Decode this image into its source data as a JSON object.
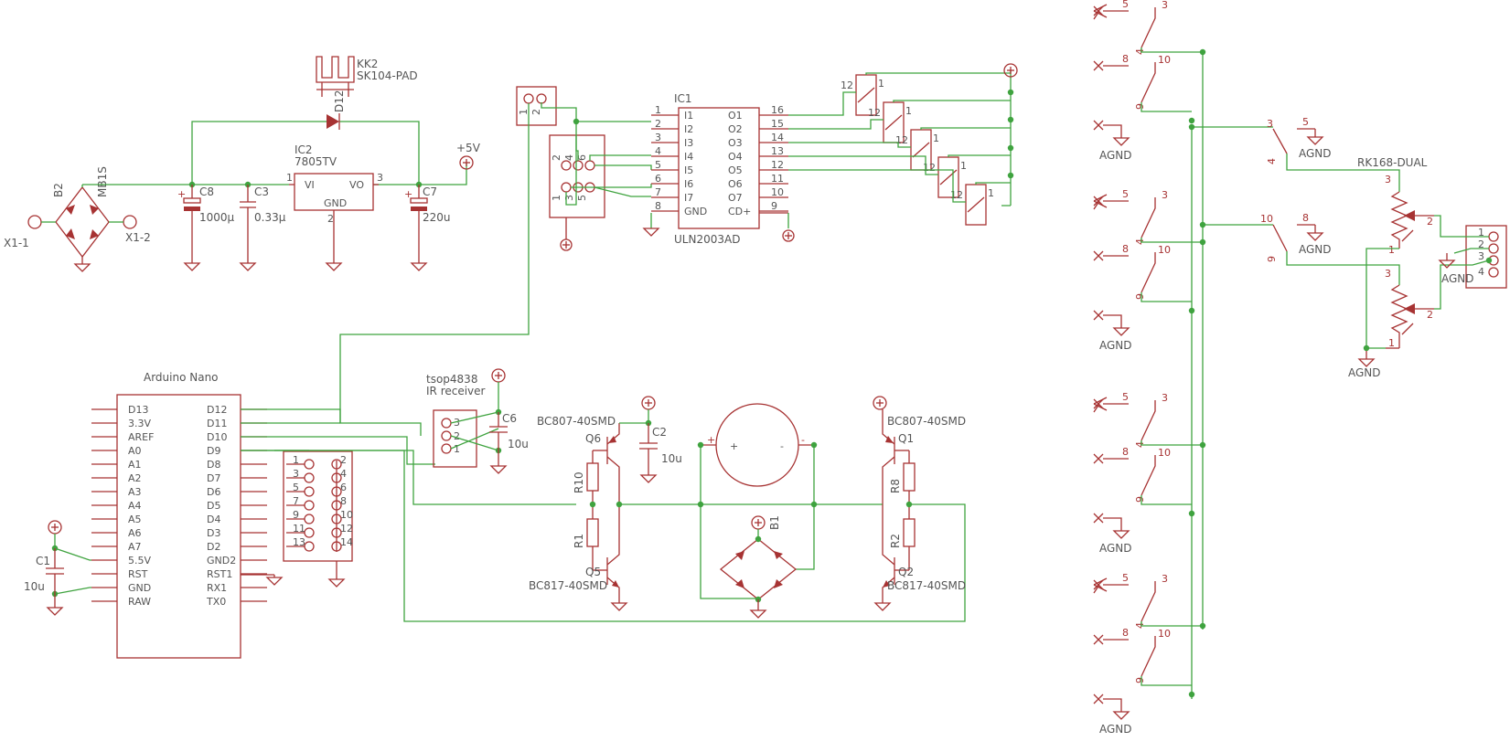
{
  "colors": {
    "wire": "#3fa33f",
    "part": "#a73333",
    "text": "#555555",
    "background": "#ffffff"
  },
  "power": {
    "kk2_name": "KK2",
    "kk2_value": "SK104-PAD",
    "d12": "D12",
    "b2": "B2",
    "mb1s": "MB1S",
    "x1_1": "X1-1",
    "x1_2": "X1-2",
    "ic2_name": "IC2",
    "ic2_value": "7805TV",
    "vi": "VI",
    "vo": "VO",
    "gnd": "GND",
    "pin1": "1",
    "pin2": "2",
    "pin3": "3",
    "c8": "C8",
    "c8_value": "1000µ",
    "c3": "C3",
    "c3_value": "0.33µ",
    "c7": "C7",
    "c7_value": "220u",
    "plus5v": "+5V"
  },
  "uln": {
    "name": "IC1",
    "value": "ULN2003AD",
    "left_pins": [
      {
        "num": "1",
        "label": "I1"
      },
      {
        "num": "2",
        "label": "I2"
      },
      {
        "num": "3",
        "label": "I3"
      },
      {
        "num": "4",
        "label": "I4"
      },
      {
        "num": "5",
        "label": "I5"
      },
      {
        "num": "6",
        "label": "I6"
      },
      {
        "num": "7",
        "label": "I7"
      },
      {
        "num": "8",
        "label": "GND"
      }
    ],
    "right_pins": [
      {
        "num": "16",
        "label": "O1"
      },
      {
        "num": "15",
        "label": "O2"
      },
      {
        "num": "14",
        "label": "O3"
      },
      {
        "num": "13",
        "label": "O4"
      },
      {
        "num": "12",
        "label": "O5"
      },
      {
        "num": "11",
        "label": "O6"
      },
      {
        "num": "10",
        "label": "O7"
      },
      {
        "num": "9",
        "label": "CD+"
      }
    ],
    "conn2_pins": [
      "1",
      "2"
    ],
    "conn6_pins": [
      "2",
      "4",
      "6",
      "1",
      "3",
      "5"
    ],
    "relay_pin_top": "1",
    "relay_pin_bottom": "12"
  },
  "nano": {
    "title": "Arduino Nano",
    "left_pins": [
      "D13",
      "3.3V",
      "AREF",
      "A0",
      "A1",
      "A2",
      "A3",
      "A4",
      "A5",
      "A6",
      "A7",
      "5.5V",
      "RST",
      "GND",
      "RAW"
    ],
    "right_pins": [
      "D12",
      "D11",
      "D10",
      "D9",
      "D8",
      "D7",
      "D6",
      "D5",
      "D4",
      "D3",
      "D2",
      "GND2",
      "RST1",
      "RX1",
      "TX0"
    ],
    "header_left": [
      "1",
      "3",
      "5",
      "7",
      "9",
      "11",
      "13"
    ],
    "header_right": [
      "2",
      "4",
      "6",
      "8",
      "10",
      "12",
      "14"
    ],
    "c1": "C1",
    "c1_value": "10u"
  },
  "ir": {
    "name": "tsop4838",
    "desc": "IR receiver",
    "pins": [
      "3",
      "2",
      "1"
    ],
    "c6": "C6",
    "c6_value": "10u"
  },
  "driver": {
    "q6": "Q6",
    "q6_value": "BC807-40SMD",
    "q5": "Q5",
    "q5_value": "BC817-40SMD",
    "q1": "Q1",
    "q1_value": "BC807-40SMD",
    "q2": "Q2",
    "q2_value": "BC817-40SMD",
    "r10": "R10",
    "r1": "R1",
    "r8": "R8",
    "r2": "R2",
    "c2": "C2",
    "c2_value": "10u",
    "b1": "B1",
    "motor_plus": "+",
    "motor_minus": "-",
    "dot_plus": "+",
    "dot_minus": "-"
  },
  "rk": {
    "title": "RK168-DUAL",
    "pin3": "3",
    "pin2": "2",
    "pin1": "1",
    "connector_pins": [
      "1",
      "2",
      "3",
      "4"
    ],
    "agnd": "AGND"
  },
  "switches": {
    "pin5": "5",
    "pin3": "3",
    "pin4": "4",
    "pin8": "8",
    "pin10": "10",
    "pin9": "9",
    "agnd": "AGND"
  }
}
